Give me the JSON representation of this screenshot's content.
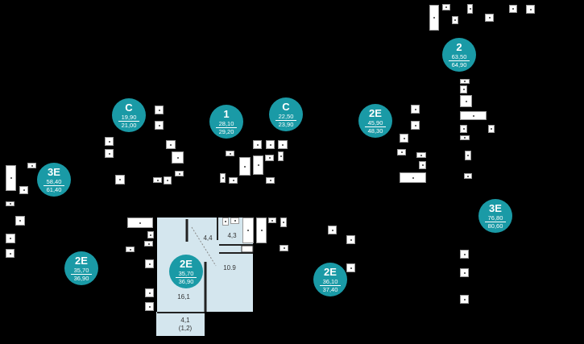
{
  "colors": {
    "badge": "#1a9aa6",
    "highlight": "#d4e6ee",
    "background": "#000000"
  },
  "apartments": [
    {
      "type": "C",
      "area": "19,90",
      "total": "21,00"
    },
    {
      "type": "1",
      "area": "28,10",
      "total": "29,20"
    },
    {
      "type": "C",
      "area": "22,50",
      "total": "23,90"
    },
    {
      "type": "3E",
      "area": "58,40",
      "total": "61,40"
    },
    {
      "type": "2E",
      "area": "35,70",
      "total": "36,90"
    },
    {
      "type": "2E",
      "area": "35,70",
      "total": "36,90"
    },
    {
      "type": "2E",
      "area": "45,90",
      "total": "48,30"
    },
    {
      "type": "2",
      "area": "63,50",
      "total": "64,90"
    },
    {
      "type": "3E",
      "area": "76,80",
      "total": "80,60"
    },
    {
      "type": "2E",
      "area": "36,10",
      "total": "37,40"
    }
  ],
  "rooms": {
    "hall": "4,4",
    "bathroom": "4,3",
    "bedroom": "10.9",
    "living": "16,1",
    "balcony": "4,1",
    "balcony_reduced": "(1,2)"
  }
}
